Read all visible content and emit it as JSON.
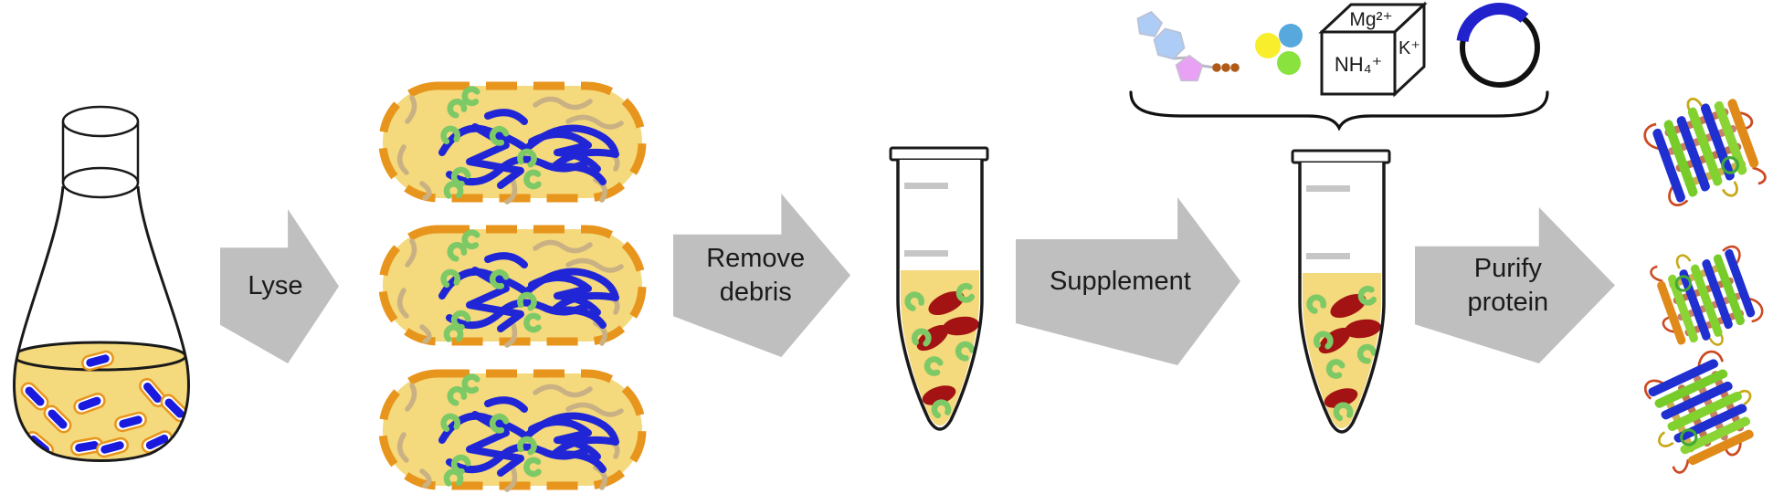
{
  "figure": {
    "description": "Cell-free protein synthesis workflow diagram",
    "background": "#ffffff"
  },
  "steps": [
    {
      "id": "lyse",
      "label": "Lyse"
    },
    {
      "id": "remove-debris",
      "label": "Remove\ndebris"
    },
    {
      "id": "supplement",
      "label": "Supplement"
    },
    {
      "id": "purify-protein",
      "label": "Purify\nprotein"
    }
  ],
  "supplements": {
    "salt_cube": {
      "top_label": "Mg²⁺",
      "side_label": "K⁺",
      "front_label": "NH₄⁺"
    },
    "icons": [
      "ntp-molecule-icon",
      "amino-acids-icon",
      "salt-cube-icon",
      "plasmid-icon"
    ]
  },
  "illustrations": [
    "erlenmeyer-flask",
    "lysed-cell",
    "conical-tube",
    "gfp-protein-ribbon"
  ],
  "colors": {
    "arrow_gray": "#bfbfbf",
    "label_text": "#1a1a1a",
    "culture_yellow": "#f4d97d",
    "cell_membrane_orange": "#e8951d",
    "bacteria_blue": "#1a1adf",
    "dna_blue": "#2026d6",
    "rna_tan": "#c9b183",
    "ribosome_green": "#7dc966",
    "protein_red": "#a31313",
    "plasmid_insert_blue": "#2222cc",
    "tube_outline": "#1a1a1a",
    "graduation_gray": "#c6c6c6",
    "nucleotide_base_blue": "#aecdf6",
    "nucleotide_sugar_purple": "#e9a1f5",
    "phosphate_brown": "#b05a18",
    "amino_yellow": "#f8ee2b",
    "amino_blue": "#56a8dd",
    "amino_green": "#8ae23e"
  }
}
